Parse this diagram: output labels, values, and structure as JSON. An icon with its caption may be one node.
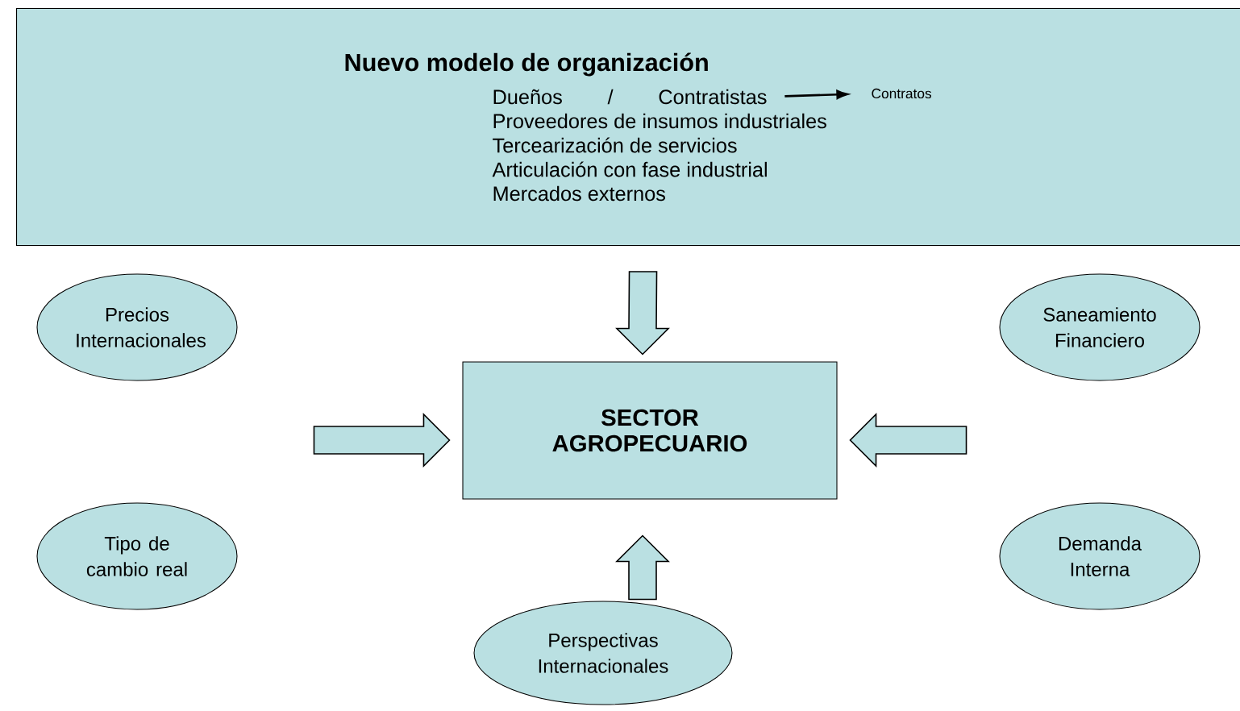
{
  "diagram": {
    "nodes": [
      {
        "text": [
          "Nuevo modelo de organización",
          "Proveedores de insumos industriales",
          "Tercearización de servicios",
          "Articulación con fase industrial",
          "Mercados externos"
        ]
      },
      {
        "text": [
          "Dueños / Contratistas"
        ],
        "in": 0
      },
      {
        "text": [
          "Contratos"
        ],
        "in": 0
      },
      {
        "text": [
          "SECTOR AGROPECUARIO"
        ]
      },
      {
        "text": [
          "Precios Internacionales"
        ]
      },
      {
        "text": [
          "Tipo de cambio real"
        ]
      },
      {
        "text": [
          "Saneamiento Financiero"
        ]
      },
      {
        "text": [
          "Demanda Interna"
        ]
      },
      {
        "text": [
          "Perspectivas Internacionales"
        ]
      }
    ],
    "edges": [
      {
        "from": 1,
        "to": 2,
        "arrow": "to"
      },
      {
        "from": 0,
        "to": 3,
        "arrow": "to"
      },
      {
        "from": null,
        "to": 3,
        "arrow": "to"
      },
      {
        "from": null,
        "to": 3,
        "arrow": "to"
      },
      {
        "from": 8,
        "to": 3,
        "arrow": "to"
      }
    ]
  }
}
